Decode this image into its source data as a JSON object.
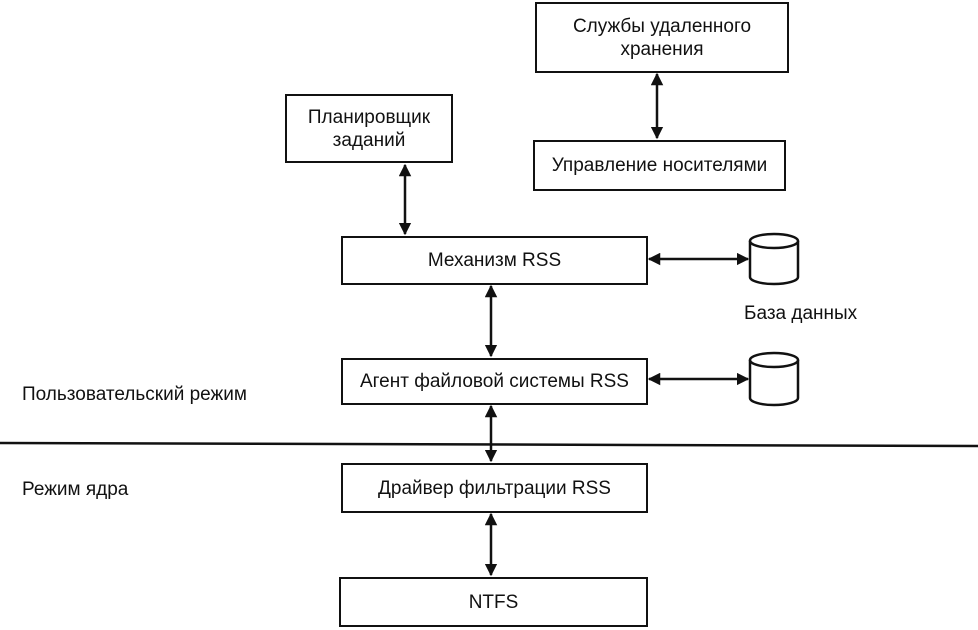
{
  "nodes": {
    "remote_storage": {
      "line1": "Службы удаленного",
      "line2": "хранения"
    },
    "media_management": "Управление носителями",
    "task_scheduler": {
      "line1": "Планировщик",
      "line2": "заданий"
    },
    "rss_engine": "Механизм RSS",
    "rss_fs_agent": "Агент файловой системы RSS",
    "rss_filter_driver": "Драйвер фильтрации RSS",
    "ntfs": "NTFS"
  },
  "labels": {
    "database": "База данных",
    "user_mode": "Пользовательский режим",
    "kernel_mode": "Режим ядра"
  }
}
